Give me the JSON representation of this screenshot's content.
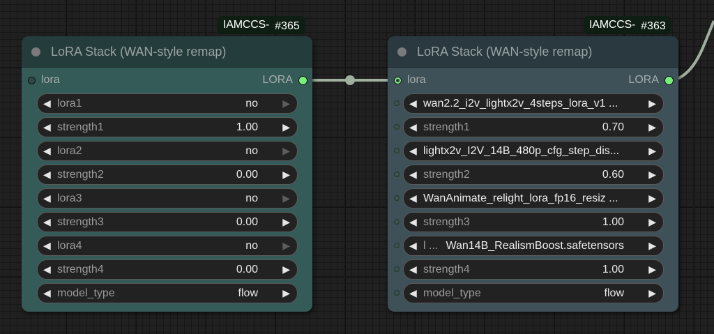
{
  "canvas": {
    "link_color": "#9fb09f",
    "slot_color": "#79f179"
  },
  "nodes": [
    {
      "badge": {
        "prefix": "IAMCCS-",
        "id": "#365"
      },
      "title": "LoRA Stack (WAN-style remap)",
      "input": {
        "label": "lora",
        "connected": false
      },
      "output": {
        "label": "LORA"
      },
      "widgets": [
        {
          "label": "lora1",
          "value": "no",
          "right_arrow_dim": true
        },
        {
          "label": "strength1",
          "value": "1.00",
          "right_arrow_dim": false
        },
        {
          "label": "lora2",
          "value": "no",
          "right_arrow_dim": true
        },
        {
          "label": "strength2",
          "value": "0.00",
          "right_arrow_dim": false
        },
        {
          "label": "lora3",
          "value": "no",
          "right_arrow_dim": true
        },
        {
          "label": "strength3",
          "value": "0.00",
          "right_arrow_dim": false
        },
        {
          "label": "lora4",
          "value": "no",
          "right_arrow_dim": true
        },
        {
          "label": "strength4",
          "value": "0.00",
          "right_arrow_dim": false
        },
        {
          "label": "model_type",
          "value": "flow",
          "right_arrow_dim": false
        }
      ]
    },
    {
      "badge": {
        "prefix": "IAMCCS-",
        "id": "#363"
      },
      "title": "LoRA Stack (WAN-style remap)",
      "input": {
        "label": "lora",
        "connected": true
      },
      "output": {
        "label": "LORA"
      },
      "widgets": [
        {
          "kind": "combo",
          "text": "wan2.2_i2v_lightx2v_4steps_lora_v1  ..."
        },
        {
          "label": "strength1",
          "value": "0.70"
        },
        {
          "kind": "combo",
          "text": "lightx2v_I2V_14B_480p_cfg_step_dis..."
        },
        {
          "label": "strength2",
          "value": "0.60"
        },
        {
          "kind": "combo",
          "text": "WanAnimate_relight_lora_fp16_resiz  ..."
        },
        {
          "label": "strength3",
          "value": "1.00"
        },
        {
          "kind": "combo-split",
          "lead": "l ...",
          "text": "Wan14B_RealismBoost.safetensors"
        },
        {
          "label": "strength4",
          "value": "1.00"
        },
        {
          "label": "model_type",
          "value": "flow"
        }
      ]
    }
  ],
  "icons": {
    "arrow_left": "◀",
    "arrow_right": "▶"
  }
}
